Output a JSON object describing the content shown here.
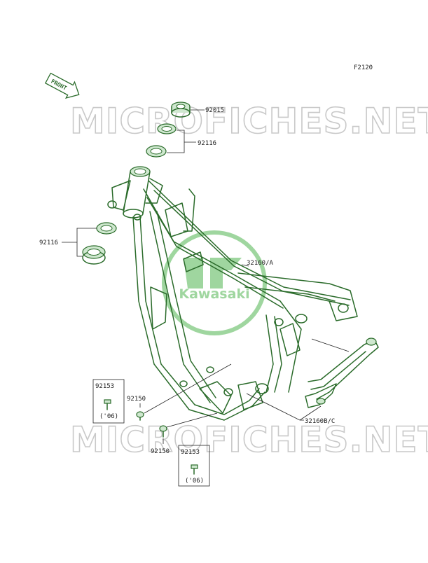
{
  "figure_code": "F2120",
  "front_label": "FRONT",
  "watermark": "MICROFICHES.NET",
  "logo_text": "Kawasaki",
  "colors": {
    "parts": "#2a6b2a",
    "watermark": "#c9c9c9",
    "logo": "#7fc97f"
  },
  "callouts": {
    "c92015": "92015",
    "c92116_top": "92116",
    "c92116_left": "92116",
    "c32160A": "32160/A",
    "c92153_left": "92153",
    "c06_left": "('06)",
    "c92150_left": "92150",
    "c92150_bottom": "92150",
    "c92153_bottom": "92153",
    "c06_bottom": "('06)",
    "c32160BC": "32160B/C"
  }
}
